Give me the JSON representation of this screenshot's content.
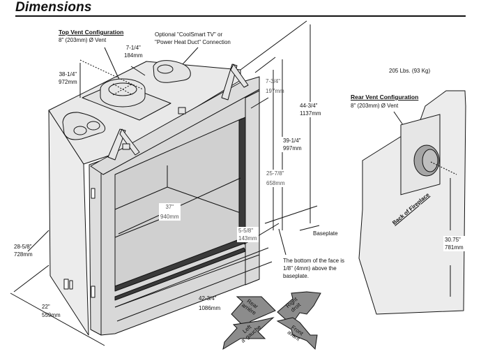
{
  "header": {
    "title": "Dimensions"
  },
  "colors": {
    "body": "#e6e6e6",
    "face": "#d4d4d4",
    "glass_frame": "#3a3a3a",
    "arrow_fill": "#8c8c8c",
    "vent_fill": "#9a9a9a",
    "line": "#111111"
  },
  "top_vent": {
    "heading": "Top Vent Configuration",
    "spec": "8\" (203mm) Ø Vent"
  },
  "optional_connection": {
    "line1": "Optional \"CoolSmart TV\" or",
    "line2": "\"Power Heat Duct\" Connection"
  },
  "dimensions": {
    "vent_offset": {
      "imperial": "7-1/4\"",
      "metric": "184mm"
    },
    "vent_depth": {
      "imperial": "38-1/4\"",
      "metric": "972mm"
    },
    "top_trim": {
      "imperial": "7-3/4\"",
      "metric": "197mm"
    },
    "overall_height": {
      "imperial": "44-3/4\"",
      "metric": "1137mm"
    },
    "body_height": {
      "imperial": "39-1/4\"",
      "metric": "997mm"
    },
    "opening_height": {
      "imperial": "25-7/8\"",
      "metric": "658mm"
    },
    "bottom_trim": {
      "imperial": "5-5/8\"",
      "metric": "143mm"
    },
    "opening_width": {
      "imperial": "37\"",
      "metric": "940mm"
    },
    "overall_width": {
      "imperial": "42-3/4\"",
      "metric": "1086mm"
    },
    "side_depth": {
      "imperial": "28-5/8\"",
      "metric": "728mm"
    },
    "base_depth": {
      "imperial": "22\"",
      "metric": "559mm"
    },
    "rear_vent_height": {
      "imperial": "30.75\"",
      "metric": "781mm"
    }
  },
  "weight": "205 Lbs. (93 Kg)",
  "rear_vent": {
    "heading": "Rear Vent Configuration",
    "spec": "8\" (203mm) Ø Vent",
    "back_label": "Back of Fireplace"
  },
  "baseplate": {
    "label": "Baseplate",
    "note_line1": "The bottom of the face is",
    "note_line2": "1/8\" (4mm) above the",
    "note_line3": "baseplate."
  },
  "orientation": {
    "rear": {
      "en": "Rear",
      "fr": "arrière"
    },
    "right": {
      "en": "Right",
      "fr": "droit"
    },
    "left": {
      "en": "Left",
      "fr": "a' gauche"
    },
    "front": {
      "en": "Front",
      "fr": "avant"
    }
  }
}
